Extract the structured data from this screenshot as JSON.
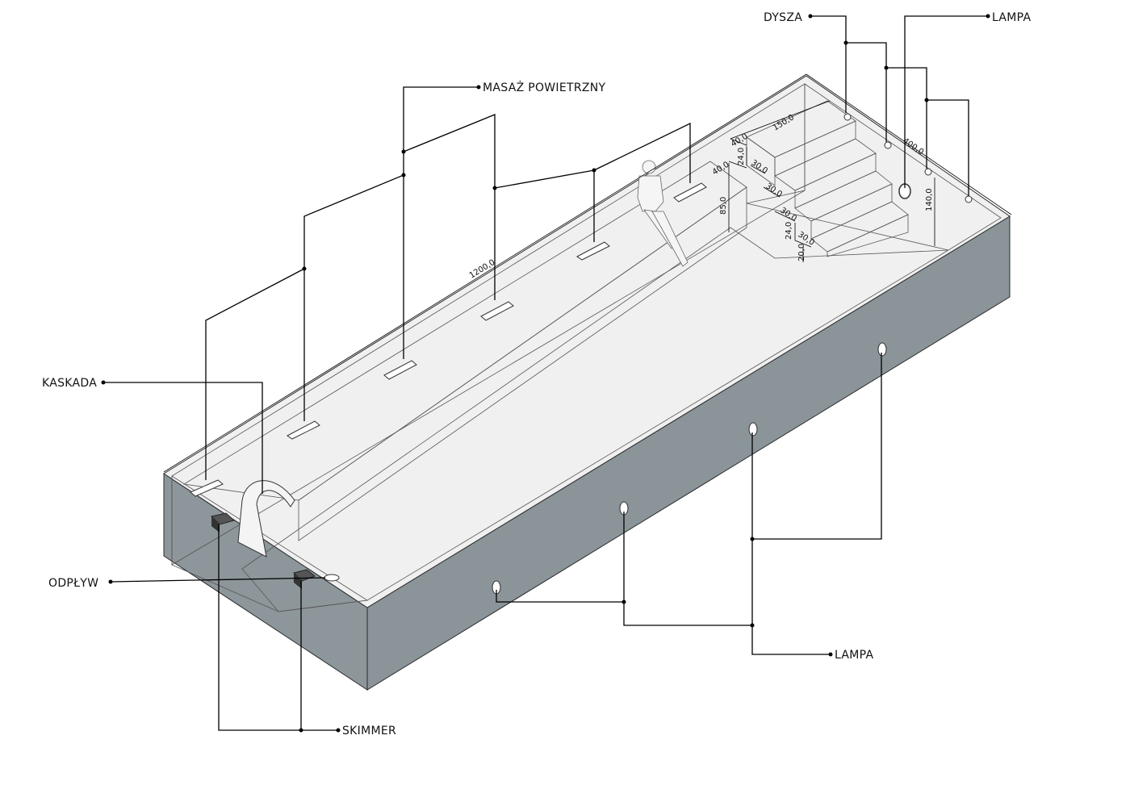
{
  "labels": {
    "dysza": "DYSZA",
    "lampa_top": "LAMPA",
    "masaz": "MASAŻ POWIETRZNY",
    "kaskada": "KASKADA",
    "odplyw": "ODPŁYW",
    "lampa_bottom": "LAMPA",
    "skimmer": "SKIMMER"
  },
  "dimensions": {
    "length": "1200,0",
    "width": "400,0",
    "depth": "140,0",
    "bench_depth": "85,0",
    "bench_width": "40,0",
    "stair_width": "150,0",
    "step_top_depth": "40,0",
    "riser1": "24,0",
    "tread1": "30,0",
    "tread2": "30,0",
    "tread3": "30,0",
    "riser2": "24,0",
    "tread4": "30,0",
    "riser3": "20,0"
  },
  "colors": {
    "outer_wall": "#8d969b",
    "floor": "#eaeaea",
    "inner_wall": "#dcdcdc",
    "bench": "#e2e2e2",
    "line": "#000000"
  }
}
